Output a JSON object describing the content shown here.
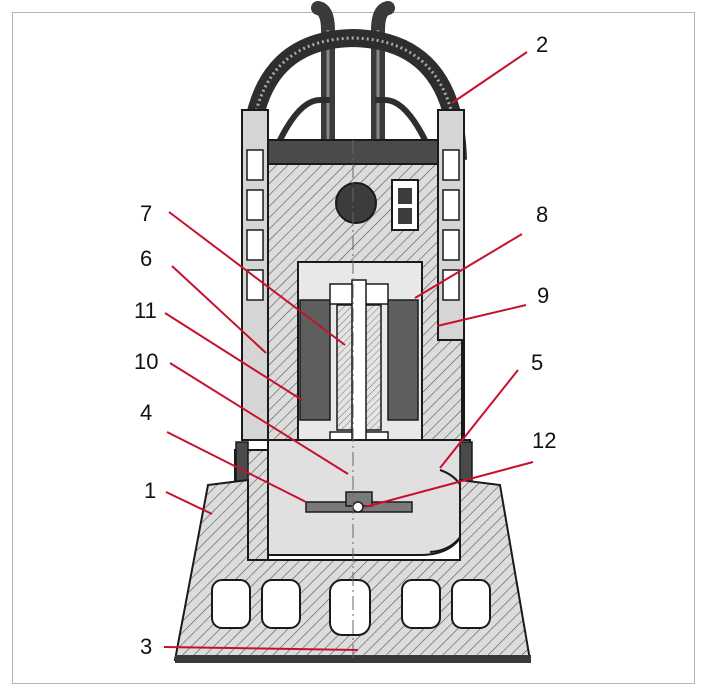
{
  "colors": {
    "leader": "#c8102e",
    "outline": "#1a1a1a",
    "housing_fill": "#dcdcdc",
    "dark_fill": "#4a4a4a",
    "winding_fill": "#5e5e5e",
    "frame": "#b5b5b5"
  },
  "diagram": {
    "callouts": [
      {
        "id": "1",
        "label": "1"
      },
      {
        "id": "2",
        "label": "2"
      },
      {
        "id": "3",
        "label": "3"
      },
      {
        "id": "4",
        "label": "4"
      },
      {
        "id": "5",
        "label": "5"
      },
      {
        "id": "6",
        "label": "6"
      },
      {
        "id": "7",
        "label": "7"
      },
      {
        "id": "8",
        "label": "8"
      },
      {
        "id": "9",
        "label": "9"
      },
      {
        "id": "10",
        "label": "10"
      },
      {
        "id": "11",
        "label": "11"
      },
      {
        "id": "12",
        "label": "12"
      }
    ]
  }
}
